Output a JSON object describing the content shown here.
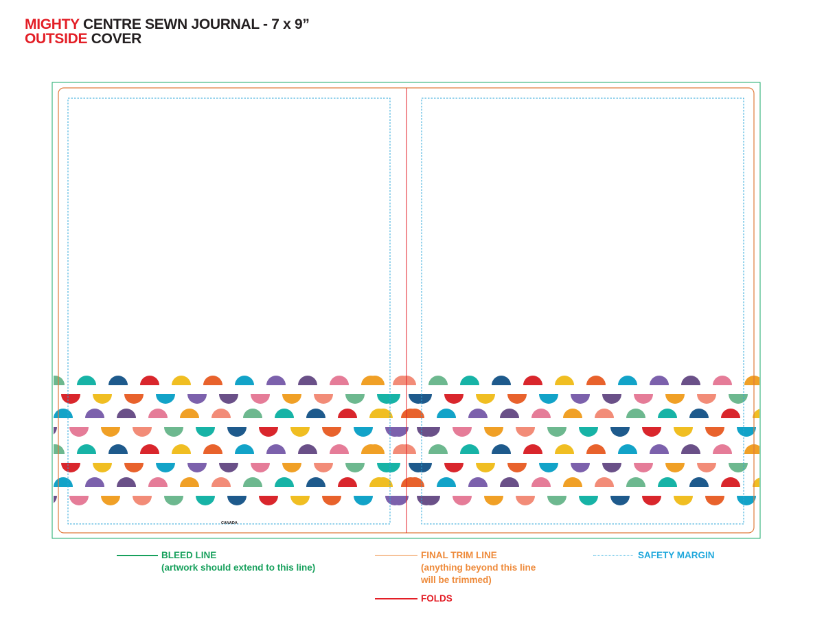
{
  "header": {
    "brand_line1": "MIGHTY",
    "title_line1": "CENTRE SEWN JOURNAL - 7 x 9”",
    "brand_line2": "OUTSIDE",
    "title_line2": "COVER"
  },
  "cover": {
    "back_cover_imprint": "CANADA",
    "pattern_colors": [
      "#6db88f",
      "#e8622c",
      "#f0a026",
      "#d9262c",
      "#6a5088",
      "#17b3a6",
      "#12a3c8",
      "#f28c78",
      "#f0be22",
      "#e57c98",
      "#1e5a8c",
      "#7c61ac"
    ]
  },
  "legend": {
    "bleed": {
      "title": "BLEED LINE",
      "note": "(artwork should extend to this line)",
      "color": "#17a05c"
    },
    "trim": {
      "title": "FINAL TRIM LINE",
      "note_line1": "(anything beyond this line",
      "note_line2": "will be trimmed)",
      "color": "#ee8a3a"
    },
    "safety": {
      "title": "SAFETY MARGIN",
      "color": "#20a8dc"
    },
    "folds": {
      "title": "FOLDS",
      "color": "#e31e26"
    }
  }
}
